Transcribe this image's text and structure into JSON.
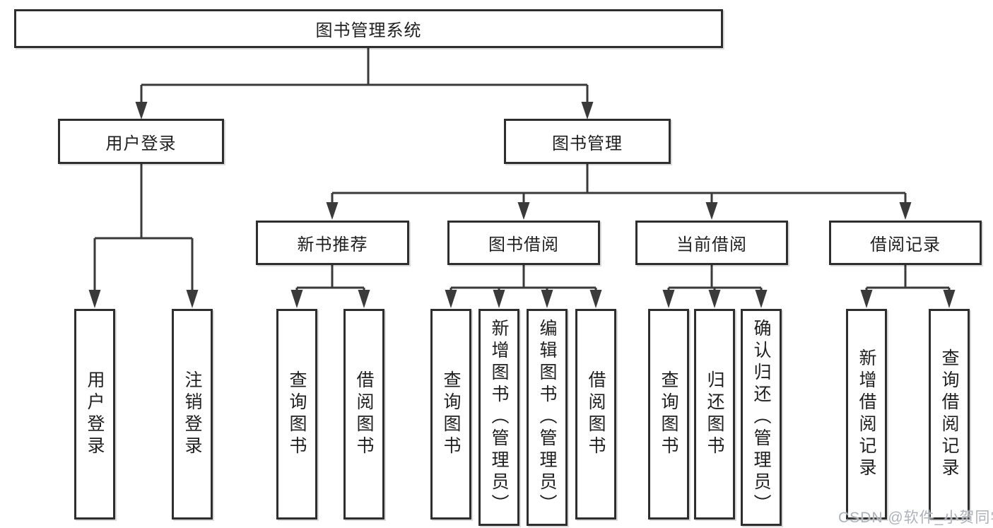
{
  "diagram": {
    "root_label": "图书管理系统",
    "level2": [
      {
        "label": "用户登录"
      },
      {
        "label": "图书管理"
      }
    ],
    "level3": [
      {
        "label": "新书推荐"
      },
      {
        "label": "图书借阅"
      },
      {
        "label": "当前借阅"
      },
      {
        "label": "借阅记录"
      }
    ],
    "leaves": {
      "user": [
        "用户登录",
        "注销登录"
      ],
      "new_book": [
        "查询图书",
        "借阅图书"
      ],
      "borrow": [
        "查询图书",
        "新增图书（管理员）",
        "编辑图书（管理员）",
        "借阅图书"
      ],
      "current": [
        "查询图书",
        "归还图书",
        "确认归还（管理员）"
      ],
      "records": [
        "新增借阅记录",
        "查询借阅记录"
      ]
    }
  },
  "watermark": {
    "text": "CSDN @软件_小贺同学"
  },
  "colors": {
    "line": "#3a3a3a",
    "ink": "#1f1f1f",
    "wm": "#adb2b8",
    "bg": "#ffffff"
  }
}
